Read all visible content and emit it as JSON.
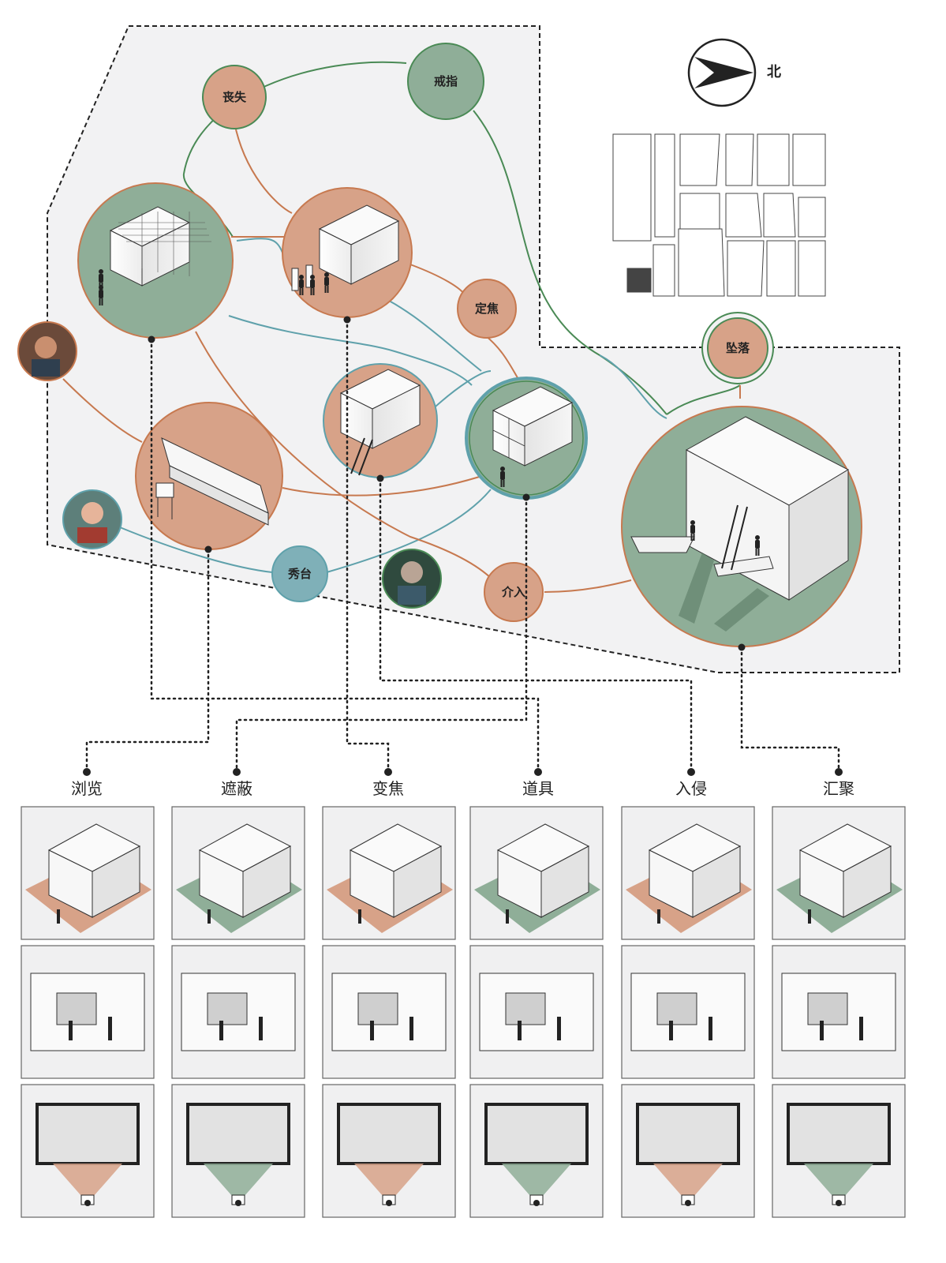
{
  "compass": {
    "label": "北",
    "icon": "north-arrow-icon"
  },
  "nodes": {
    "loss": "丧失",
    "ring": "戒指",
    "focus": "定焦",
    "fall": "坠落",
    "show": "秀台",
    "intervene": "介入"
  },
  "columns": [
    {
      "label": "浏览",
      "floor": "orange"
    },
    {
      "label": "遮蔽",
      "floor": "green"
    },
    {
      "label": "变焦",
      "floor": "orange"
    },
    {
      "label": "道具",
      "floor": "green"
    },
    {
      "label": "入侵",
      "floor": "orange"
    },
    {
      "label": "汇聚",
      "floor": "green"
    }
  ],
  "colors": {
    "green": "#8fae98",
    "orange": "#d7a288",
    "teal": "#7fb0b8",
    "line_green": "#4a8a55",
    "line_orange": "#c7794f",
    "line_teal": "#5fa1ab",
    "background": "#f2f2f3"
  }
}
